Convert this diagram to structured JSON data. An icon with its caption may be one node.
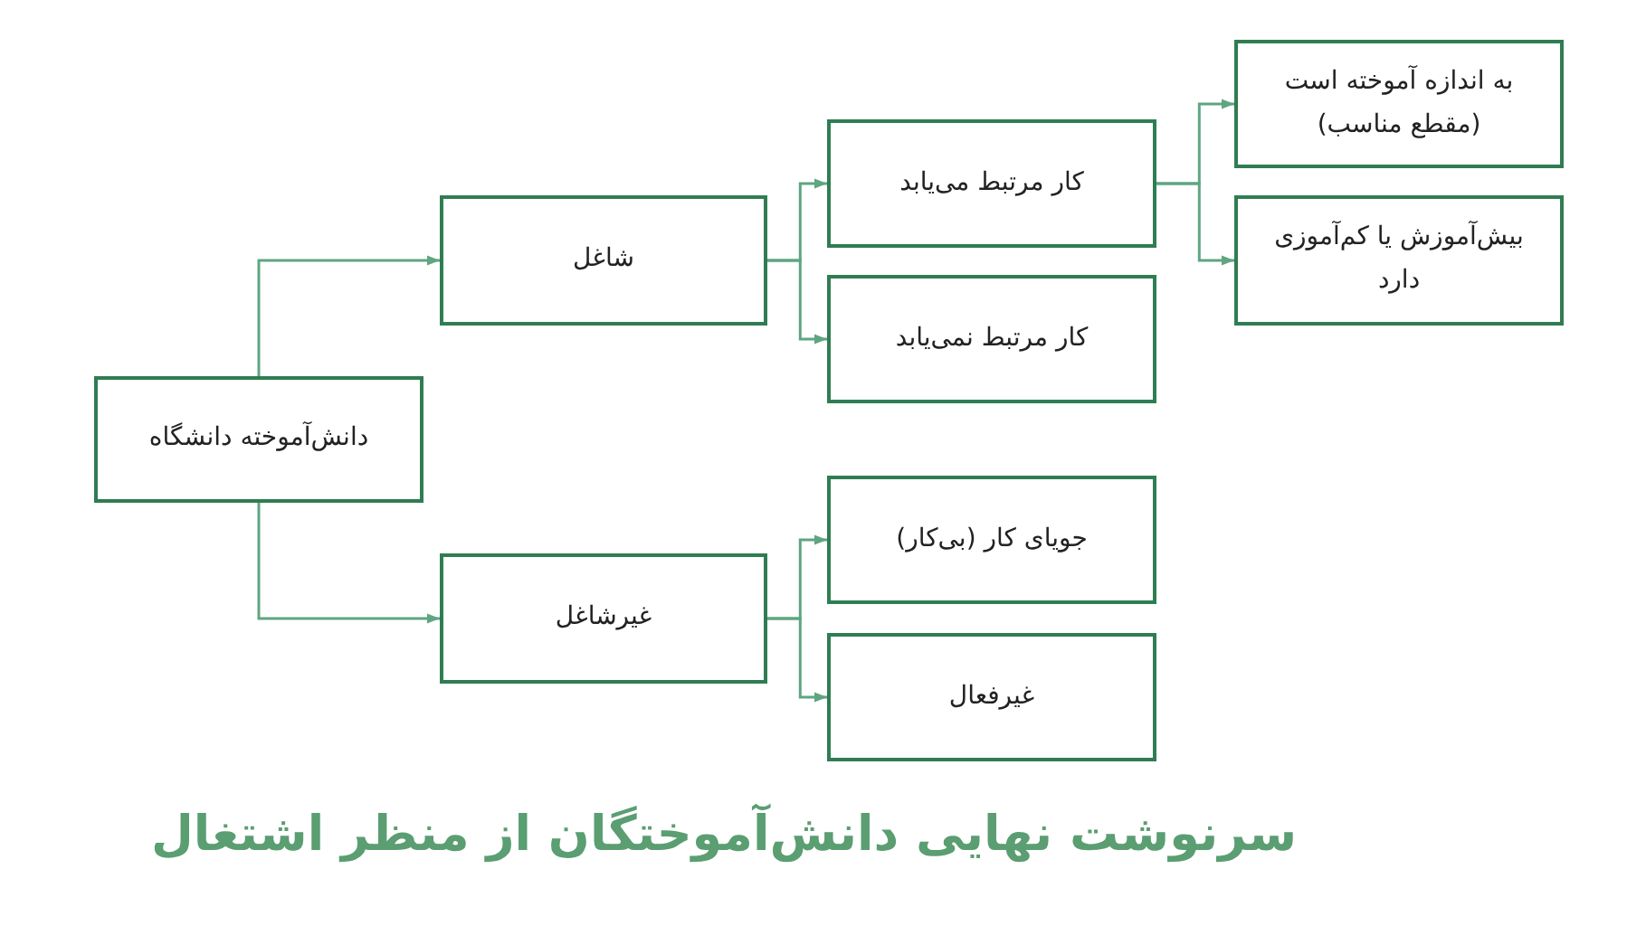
{
  "diagram": {
    "title": "سرنوشت نهایی دانش‌آموختگان از منظر اشتغال",
    "nodes": [
      {
        "text": [
          "دانش‌آموخته دانشگاه"
        ]
      },
      {
        "text": [
          "شاغل"
        ]
      },
      {
        "text": [
          "غیرشاغل"
        ]
      },
      {
        "text": [
          "کار مرتبط می‌یابد"
        ]
      },
      {
        "text": [
          "کار مرتبط نمی‌یابد"
        ]
      },
      {
        "text": [
          "جویای کار (بی‌کار)"
        ]
      },
      {
        "text": [
          "غیرفعال"
        ]
      },
      {
        "text": [
          "به اندازه آموخته است (مقطع مناسب)"
        ]
      },
      {
        "text": [
          "بیش‌آموزش یا کم‌آموزی دارد"
        ]
      }
    ],
    "edges": [
      {
        "from": 0,
        "to": 1,
        "arrow": "to"
      },
      {
        "from": 0,
        "to": 2,
        "arrow": "to"
      },
      {
        "from": 1,
        "to": 3,
        "arrow": "to"
      },
      {
        "from": 1,
        "to": 4,
        "arrow": "to"
      },
      {
        "from": 2,
        "to": 5,
        "arrow": "to"
      },
      {
        "from": 2,
        "to": 6,
        "arrow": "to"
      },
      {
        "from": 3,
        "to": 7,
        "arrow": "to"
      },
      {
        "from": 3,
        "to": 8,
        "arrow": "to"
      }
    ]
  }
}
